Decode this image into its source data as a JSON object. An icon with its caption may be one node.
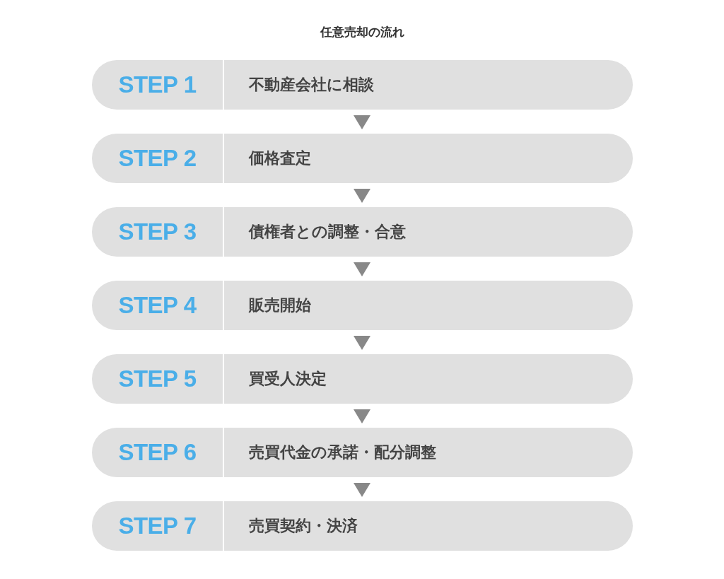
{
  "diagram": {
    "title": "任意売却の流れ",
    "nodes": [
      {
        "text": [
          "STEP 1",
          "不動産会社に相談"
        ]
      },
      {
        "text": [
          "STEP 2",
          "価格査定"
        ]
      },
      {
        "text": [
          "STEP 3",
          "債権者との調整・合意"
        ]
      },
      {
        "text": [
          "STEP 4",
          "販売開始"
        ]
      },
      {
        "text": [
          "STEP 5",
          "買受人決定"
        ]
      },
      {
        "text": [
          "STEP 6",
          "売買代金の承諾・配分調整"
        ]
      },
      {
        "text": [
          "STEP 7",
          "売買契約・決済"
        ]
      }
    ],
    "edges": [
      {
        "from": 0,
        "to": 1,
        "arrow": "to"
      },
      {
        "from": 1,
        "to": 2,
        "arrow": "to"
      },
      {
        "from": 2,
        "to": 3,
        "arrow": "to"
      },
      {
        "from": 3,
        "to": 4,
        "arrow": "to"
      },
      {
        "from": 4,
        "to": 5,
        "arrow": "to"
      },
      {
        "from": 5,
        "to": 6,
        "arrow": "to"
      }
    ]
  }
}
